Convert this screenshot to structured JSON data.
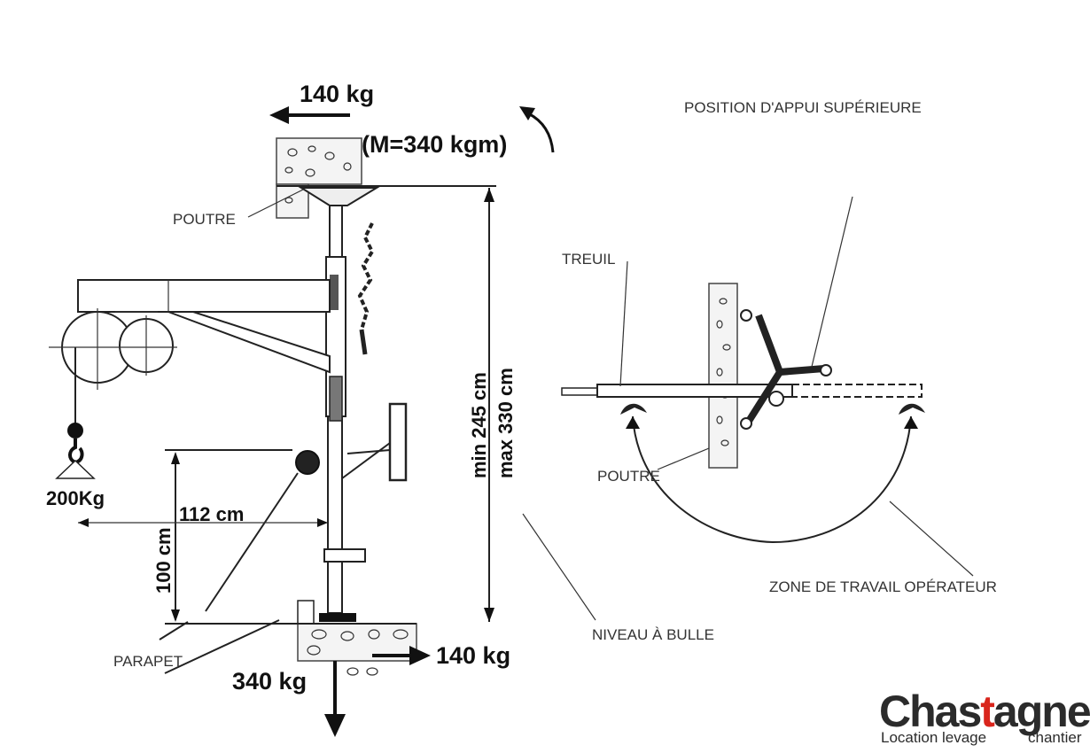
{
  "left_view": {
    "force_top": "140 kg",
    "moment": "(M=340 kgm)",
    "label_beam": "POUTRE",
    "load": "200Kg",
    "dim_reach": "112 cm",
    "dim_height": "100 cm",
    "dim_min": "min 245 cm",
    "dim_max": "max 330 cm",
    "label_parapet": "PARAPET",
    "force_down": "340 kg",
    "force_bottom": "140 kg"
  },
  "right_view": {
    "title": "POSITION D'APPUI SUPÉRIEURE",
    "label_winch": "TREUIL",
    "label_beam": "POUTRE",
    "label_zone": "ZONE DE TRAVAIL OPÉRATEUR",
    "label_level": "NIVEAU À BULLE"
  },
  "logo": {
    "brand_a": "Chas",
    "brand_b": "t",
    "brand_c": "agner",
    "tagline_a": "Location levage",
    "tagline_b": "chantier"
  }
}
